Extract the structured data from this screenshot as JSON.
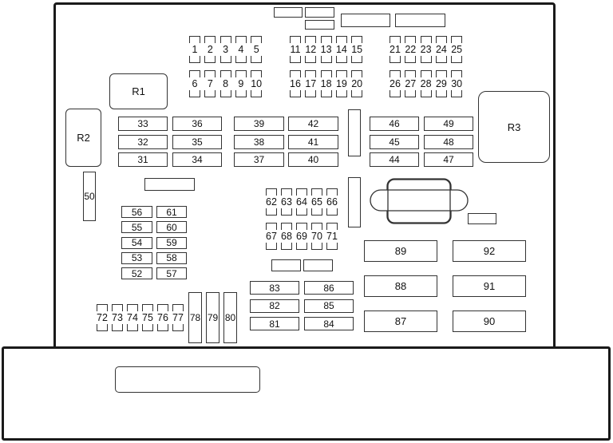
{
  "diagram": {
    "relays": {
      "r1": "R1",
      "r2": "R2",
      "r3": "R3"
    },
    "vertical_fuses": {
      "top_row_1": [
        "1",
        "2",
        "3",
        "4",
        "5"
      ],
      "bottom_row_1": [
        "6",
        "7",
        "8",
        "9",
        "10"
      ],
      "top_row_2": [
        "11",
        "12",
        "13",
        "14",
        "15"
      ],
      "bottom_row_2": [
        "16",
        "17",
        "18",
        "19",
        "20"
      ],
      "top_row_3": [
        "21",
        "22",
        "23",
        "24",
        "25"
      ],
      "bottom_row_3": [
        "26",
        "27",
        "28",
        "29",
        "30"
      ],
      "mid_top": [
        "62",
        "63",
        "64",
        "65",
        "66"
      ],
      "mid_bottom": [
        "67",
        "68",
        "69",
        "70",
        "71"
      ],
      "bottom_left": [
        "72",
        "73",
        "74",
        "75",
        "76",
        "77"
      ]
    },
    "tall_fuses": {
      "f50": "50",
      "f78": "78",
      "f79": "79",
      "f80": "80"
    },
    "wide_fuses": {
      "col_a": [
        "33",
        "32",
        "31"
      ],
      "col_b": [
        "36",
        "35",
        "34"
      ],
      "col_c": [
        "39",
        "38",
        "37"
      ],
      "col_d": [
        "42",
        "41",
        "40"
      ],
      "col_e": [
        "46",
        "45",
        "44"
      ],
      "col_f": [
        "49",
        "48",
        "47"
      ],
      "col_g": [
        "56",
        "55",
        "54",
        "53",
        "52"
      ],
      "col_h": [
        "61",
        "60",
        "59",
        "58",
        "57"
      ],
      "col_i": [
        "83",
        "82",
        "81"
      ],
      "col_j": [
        "86",
        "85",
        "84"
      ]
    },
    "large_fuses": {
      "col_a": [
        "89",
        "88",
        "87"
      ],
      "col_b": [
        "92",
        "91",
        "90"
      ]
    }
  }
}
